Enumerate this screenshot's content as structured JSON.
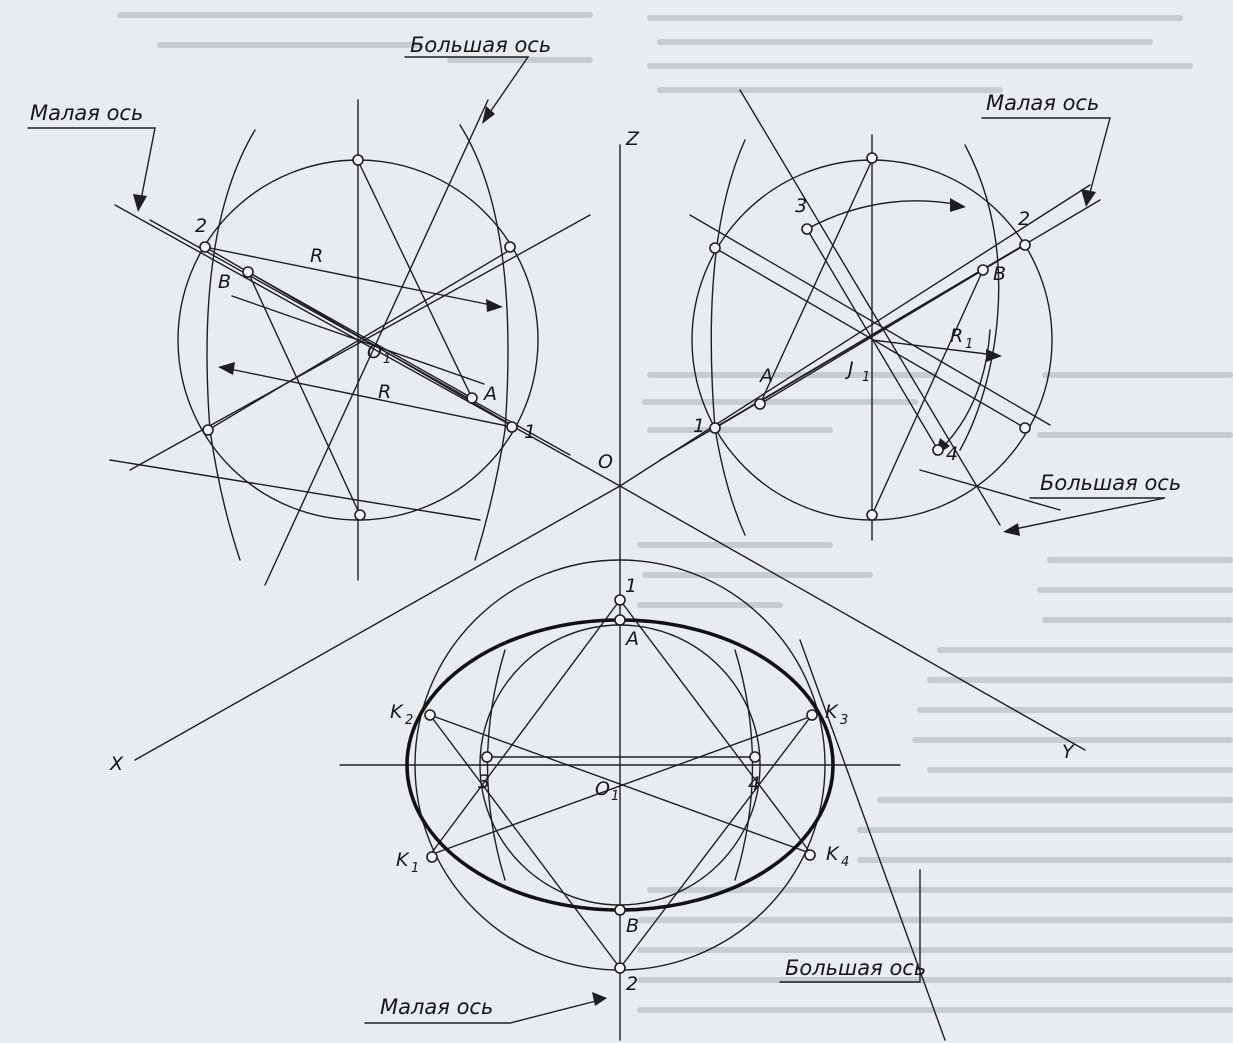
{
  "labels": {
    "major_axis": "Большая ось",
    "minor_axis": "Малая ось",
    "Z": "Z",
    "X": "X",
    "Y": "Y",
    "O": "O",
    "O1": "O",
    "J1": "J",
    "sub1": "1",
    "R": "R",
    "R1": "R",
    "A": "A",
    "B": "B",
    "p1": "1",
    "p2": "2",
    "p3": "3",
    "p4": "4",
    "K": "K",
    "k1": "1",
    "k2": "2",
    "k3": "3",
    "k4": "4"
  },
  "colors": {
    "line": "#1e1e22",
    "paper": "#e9ecee",
    "faint_text": "#c7ccd1"
  }
}
